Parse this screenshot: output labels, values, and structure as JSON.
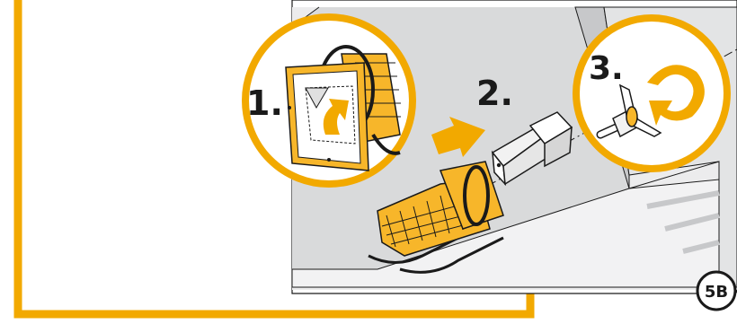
{
  "steps": [
    {
      "number": "1."
    },
    {
      "number": "2."
    },
    {
      "number": "3."
    }
  ],
  "figure_badge": "5B",
  "colors": {
    "accent_orange": "#f2a900",
    "fin_orange": "#f7b62a",
    "outline": "#1a1a1a",
    "wall_gray": "#d9dadb",
    "wall_dark": "#c7c8ca",
    "frame_white": "#ffffff"
  },
  "icons": [
    "insert-arrow-icon",
    "rotate-arrow-icon",
    "peel-arrow-icon"
  ]
}
